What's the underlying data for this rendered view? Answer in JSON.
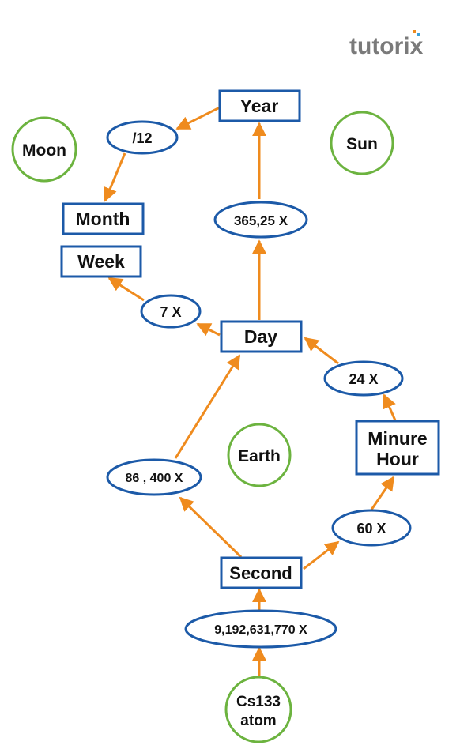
{
  "brand": {
    "logo_text": "tutorix"
  },
  "nodes": {
    "year": "Year",
    "div12": "/12",
    "moon": "Moon",
    "sun": "Sun",
    "month": "Month",
    "mult365": "365,25 X",
    "week": "Week",
    "mult7": "7 X",
    "day": "Day",
    "mult24": "24 X",
    "minute_hour_line1": "Minure",
    "minute_hour_line2": "Hour",
    "earth": "Earth",
    "mult86400": "86 , 400 X",
    "mult60": "60 X",
    "second": "Second",
    "mult9192": "9,192,631,770 X",
    "cs133_line1": "Cs133",
    "cs133_line2": "atom"
  },
  "colors": {
    "rect_border": "#1c5aa8",
    "ellipse_border": "#1c5aa8",
    "circle_border": "#6cb33f",
    "arrow": "#ef8b1e",
    "logo_text": "#7a7a7a",
    "logo_dots": [
      "#ef8b1e",
      "#3aa0d8"
    ]
  }
}
